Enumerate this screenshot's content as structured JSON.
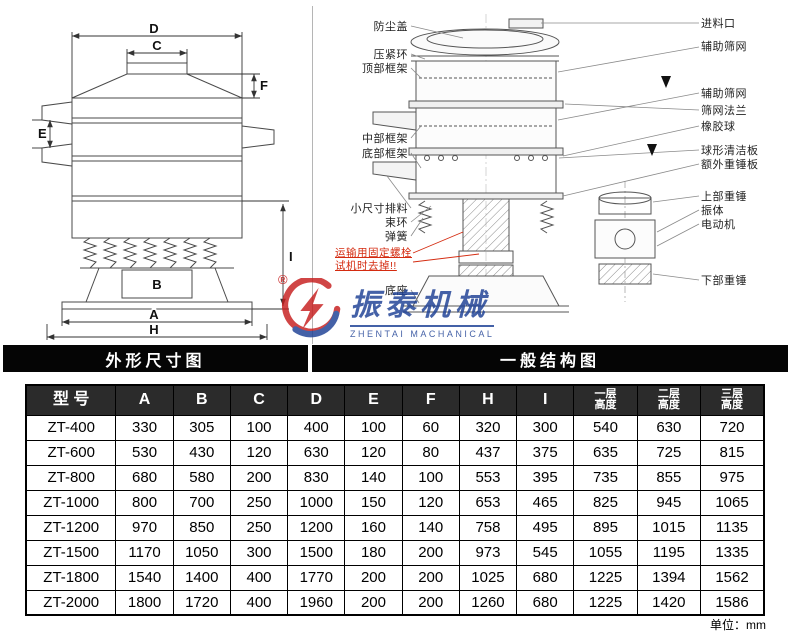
{
  "panels": {
    "left_title": "外形尺寸图",
    "right_title": "一般结构图"
  },
  "left_diagram": {
    "dims": [
      "D",
      "C",
      "F",
      "E",
      "B",
      "A",
      "H",
      "I"
    ]
  },
  "right_diagram": {
    "left_labels": [
      "防尘盖",
      "压紧环",
      "顶部框架",
      "中部框架",
      "底部框架",
      "小尺寸排料",
      "束环",
      "弹簧",
      "底座"
    ],
    "warning_label": "运输用固定螺栓\n试机时去掉!!",
    "right_labels": [
      "进料口",
      "辅助筛网",
      "辅助筛网",
      "筛网法兰",
      "橡胶球",
      "球形清洁板",
      "额外重锤板",
      "上部重锤",
      "振体",
      "电动机",
      "下部重锤"
    ]
  },
  "watermark": {
    "registered": "®",
    "brand_cn": "振泰机械",
    "brand_en": "ZHENTAI MACHANICAL"
  },
  "colors": {
    "warning_red": "#d42b10",
    "brand_red": "#c61d1d",
    "brand_blue": "#1c3f94",
    "banner_bg": "#050505"
  },
  "table": {
    "headers": [
      "型 号",
      "A",
      "B",
      "C",
      "D",
      "E",
      "F",
      "H",
      "I",
      "一层\n高度",
      "二层\n高度",
      "三层\n高度"
    ],
    "rows": [
      [
        "ZT-400",
        330,
        305,
        100,
        400,
        100,
        60,
        320,
        300,
        540,
        630,
        720
      ],
      [
        "ZT-600",
        530,
        430,
        120,
        630,
        120,
        80,
        437,
        375,
        635,
        725,
        815
      ],
      [
        "ZT-800",
        680,
        580,
        200,
        830,
        140,
        100,
        553,
        395,
        735,
        855,
        975
      ],
      [
        "ZT-1000",
        800,
        700,
        250,
        1000,
        150,
        120,
        653,
        465,
        825,
        945,
        1065
      ],
      [
        "ZT-1200",
        970,
        850,
        250,
        1200,
        160,
        140,
        758,
        495,
        895,
        1015,
        1135
      ],
      [
        "ZT-1500",
        1170,
        1050,
        300,
        1500,
        180,
        200,
        973,
        545,
        1055,
        1195,
        1335
      ],
      [
        "ZT-1800",
        1540,
        1400,
        400,
        1770,
        200,
        200,
        1025,
        680,
        1225,
        1394,
        1562
      ],
      [
        "ZT-2000",
        1800,
        1720,
        400,
        1960,
        200,
        200,
        1260,
        680,
        1225,
        1420,
        1586
      ]
    ]
  },
  "footer": {
    "unit_note": "单位：mm"
  }
}
